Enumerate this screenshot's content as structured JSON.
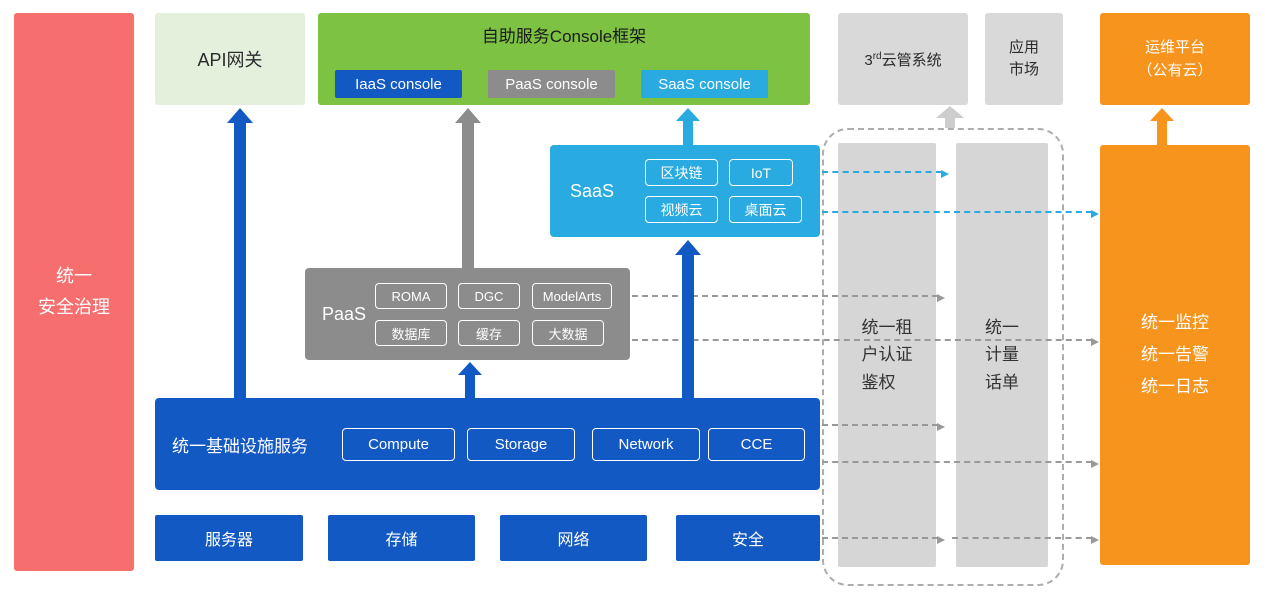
{
  "colors": {
    "red": "#F66E6E",
    "pale_green": "#E4F0DC",
    "green": "#7DC242",
    "blue": "#1359C4",
    "gray": "#8C8C8C",
    "light_gray": "#D6D6D6",
    "cyan": "#29ABE2",
    "orange": "#F7941E"
  },
  "security_panel": {
    "label": "统一\n安全治理"
  },
  "api_gateway": {
    "label": "API网关"
  },
  "console_frame": {
    "title": "自助服务Console框架",
    "consoles": [
      {
        "label": "IaaS console"
      },
      {
        "label": "PaaS console"
      },
      {
        "label": "SaaS console"
      }
    ]
  },
  "third_party_cloud": {
    "prefix": "3",
    "superscript": "rd",
    "suffix": "云管系统"
  },
  "app_market": {
    "label": "应用\n市场"
  },
  "ops_platform": {
    "label": "运维平台\n（公有云）"
  },
  "saas": {
    "label": "SaaS",
    "items": [
      "区块链",
      "IoT",
      "视频云",
      "桌面云"
    ]
  },
  "paas": {
    "label": "PaaS",
    "items": [
      "ROMA",
      "DGC",
      "ModelArts",
      "数据库",
      "缓存",
      "大数据"
    ]
  },
  "infrastructure": {
    "label": "统一基础设施服务",
    "items": [
      "Compute",
      "Storage",
      "Network",
      "CCE"
    ]
  },
  "hardware": {
    "items": [
      "服务器",
      "存储",
      "网络",
      "安全"
    ]
  },
  "auth_column": {
    "label": "统一租\n户认证\n鉴权"
  },
  "metering_column": {
    "label": "统一\n计量\n话单"
  },
  "monitoring": {
    "label": "统一监控\n统一告警\n统一日志"
  }
}
